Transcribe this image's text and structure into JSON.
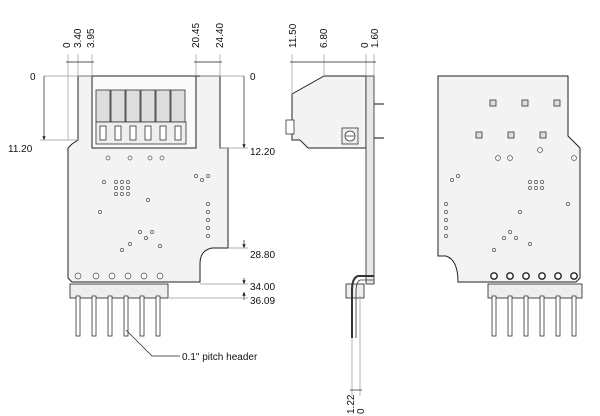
{
  "front_view": {
    "dims_top": [
      "0",
      "3.40",
      "3.95",
      "20.45",
      "24.40"
    ],
    "dims_left": [
      "0",
      "11.20"
    ],
    "dims_right": [
      "0",
      "12.20",
      "28.80",
      "34.00",
      "36.09"
    ],
    "callout": "0.1\" pitch header"
  },
  "side_view": {
    "dims_top": [
      "11.50",
      "6.80",
      "0",
      "1.60"
    ],
    "dims_bottom": [
      "1.22",
      "0"
    ]
  }
}
